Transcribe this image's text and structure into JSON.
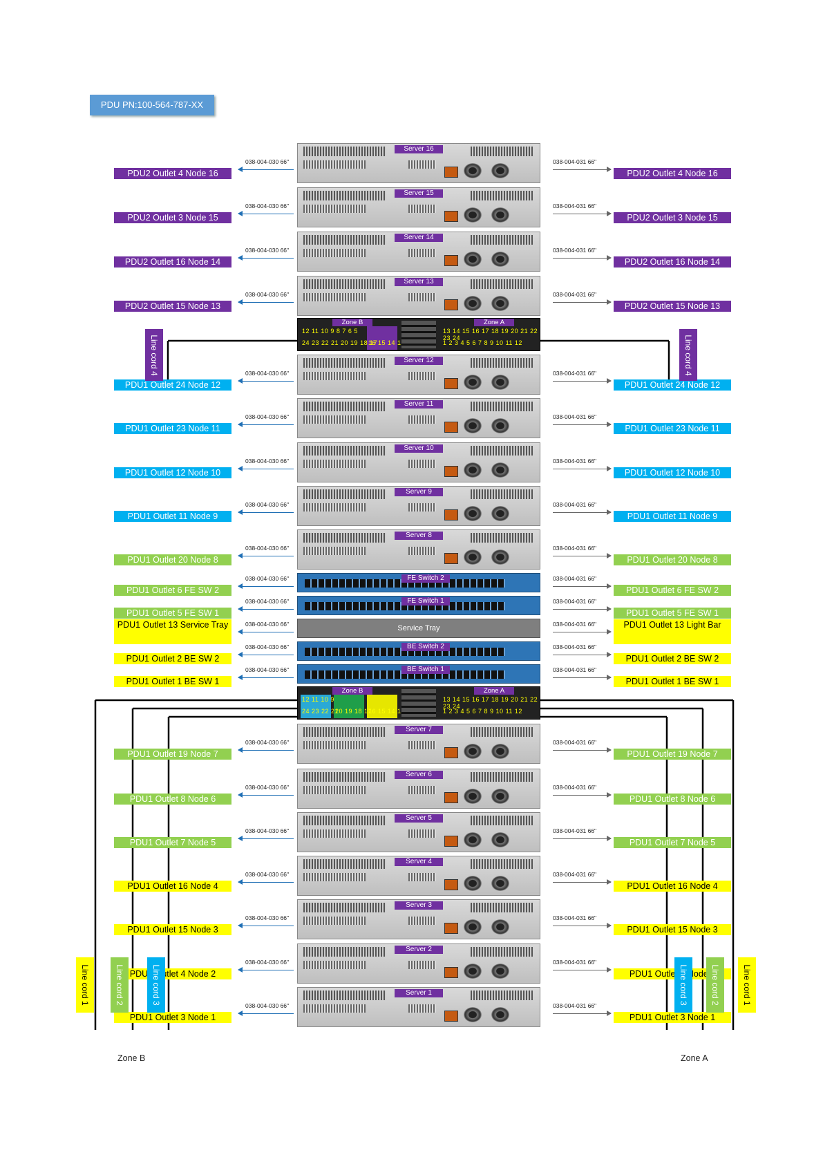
{
  "pdu_pn": "PDU PN:100-564-787-XX",
  "zone_b_label": "Zone B",
  "zone_a_label": "Zone A",
  "cable_left": "038-004-030 66\"",
  "cable_right": "038-004-031 66\"",
  "colors": {
    "purple": "#7030a0",
    "blue": "#00b0f0",
    "green": "#92d050",
    "yellow": "#ffff00",
    "server_tag": "#7030a0"
  },
  "pdu_top": {
    "zone_b": "Zone B",
    "zone_a": "Zone A",
    "b_top": "12 11 10 9  8 7 6 5",
    "b_bottom": "24 23 22 21 20 19 18 17",
    "b_mid": "16 15 14 13",
    "a_top": "13 14 15 16  17 18 19 20  21 22 23 24",
    "a_bottom": "1 2 3 4  5 6 7 8  9 10 11 12"
  },
  "pdu_bottom": {
    "zone_b": "Zone B",
    "zone_a": "Zone A",
    "b_top": "12 11 10 9",
    "b_bottom": "24 23 22 21",
    "b_mid": "20 19 18 17",
    "b_mid2": "16 15 14 13",
    "a_top": "13 14 15 16  17 18 19 20  21 22 23 24",
    "a_bottom": "1 2 3 4  5 6 7 8  9 10 11 12"
  },
  "line_cords_top": {
    "left": "Line cord 4",
    "right": "Line cord 4"
  },
  "line_cords_bottom": {
    "left": [
      {
        "text": "Line cord 1",
        "color": "yellow"
      },
      {
        "text": "Line cord 2",
        "color": "green"
      },
      {
        "text": "Line cord 3",
        "color": "blue"
      }
    ],
    "right": [
      {
        "text": "Line cord 3",
        "color": "blue"
      },
      {
        "text": "Line cord 2",
        "color": "green"
      },
      {
        "text": "Line cord 1",
        "color": "yellow"
      }
    ]
  },
  "units": [
    {
      "type": "server",
      "tag": "Server 16",
      "left": "PDU2 Outlet 4 Node 16",
      "right": "PDU2 Outlet 4 Node 16",
      "color": "purple"
    },
    {
      "type": "server",
      "tag": "Server 15",
      "left": "PDU2 Outlet 3 Node 15",
      "right": "PDU2 Outlet 3 Node 15",
      "color": "purple"
    },
    {
      "type": "server",
      "tag": "Server 14",
      "left": "PDU2 Outlet 16 Node 14",
      "right": "PDU2 Outlet 16 Node 14",
      "color": "purple"
    },
    {
      "type": "server",
      "tag": "Server 13",
      "left": "PDU2 Outlet 15 Node 13",
      "right": "PDU2 Outlet 15 Node 13",
      "color": "purple"
    },
    {
      "type": "pdu_top"
    },
    {
      "type": "server",
      "tag": "Server 12",
      "left": "PDU1 Outlet 24 Node 12",
      "right": "PDU1 Outlet 24 Node 12",
      "color": "blue"
    },
    {
      "type": "server",
      "tag": "Server 11",
      "left": "PDU1 Outlet 23 Node 11",
      "right": "PDU1 Outlet 23 Node 11",
      "color": "blue"
    },
    {
      "type": "server",
      "tag": "Server 10",
      "left": "PDU1 Outlet 12 Node 10",
      "right": "PDU1 Outlet 12 Node 10",
      "color": "blue"
    },
    {
      "type": "server",
      "tag": "Server 9",
      "left": "PDU1 Outlet 11 Node 9",
      "right": "PDU1 Outlet 11 Node 9",
      "color": "blue"
    },
    {
      "type": "server",
      "tag": "Server 8",
      "left": "PDU1 Outlet 20 Node 8",
      "right": "PDU1 Outlet 20 Node 8",
      "color": "green"
    },
    {
      "type": "switch",
      "tag": "FE Switch 2",
      "left": "PDU1 Outlet 6 FE SW 2",
      "right": "PDU1 Outlet 6 FE SW 2",
      "color": "green"
    },
    {
      "type": "switch",
      "tag": "FE Switch 1",
      "left": "PDU1 Outlet 5 FE SW 1",
      "right": "PDU1 Outlet 5 FE SW 1",
      "color": "green"
    },
    {
      "type": "tray",
      "tag": "Service Tray",
      "left": "PDU1 Outlet 13 Service Tray",
      "right": "PDU1 Outlet 13 Light Bar",
      "color": "yellow"
    },
    {
      "type": "switch",
      "tag": "BE Switch 2",
      "left": "PDU1 Outlet 2 BE SW 2",
      "right": "PDU1 Outlet 2 BE SW 2",
      "color": "yellow"
    },
    {
      "type": "switch",
      "tag": "BE Switch 1",
      "left": "PDU1 Outlet 1 BE SW 1",
      "right": "PDU1 Outlet 1 BE SW 1",
      "color": "yellow"
    },
    {
      "type": "pdu_bottom"
    },
    {
      "type": "server",
      "tag": "Server 7",
      "left": "PDU1 Outlet 19  Node 7",
      "right": "PDU1 Outlet 19  Node 7",
      "color": "green"
    },
    {
      "type": "server",
      "tag": "Server 6",
      "left": "PDU1 Outlet 8  Node 6",
      "right": "PDU1 Outlet 8  Node 6",
      "color": "green"
    },
    {
      "type": "server",
      "tag": "Server 5",
      "left": "PDU1 Outlet 7 Node 5",
      "right": "PDU1 Outlet 7 Node 5",
      "color": "green"
    },
    {
      "type": "server",
      "tag": "Server 4",
      "left": "PDU1 Outlet 16 Node 4",
      "right": "PDU1 Outlet 16 Node 4",
      "color": "yellow"
    },
    {
      "type": "server",
      "tag": "Server 3",
      "left": "PDU1 Outlet 15 Node 3",
      "right": "PDU1 Outlet 15 Node 3",
      "color": "yellow"
    },
    {
      "type": "server",
      "tag": "Server 2",
      "left": "PDU1 Outlet 4 Node 2",
      "right": "PDU1 Outlet 4 Node 2",
      "color": "yellow"
    },
    {
      "type": "server",
      "tag": "Server 1",
      "left": "PDU1 Outlet 3 Node 1",
      "right": "PDU1 Outlet 3 Node 1",
      "color": "yellow"
    }
  ]
}
